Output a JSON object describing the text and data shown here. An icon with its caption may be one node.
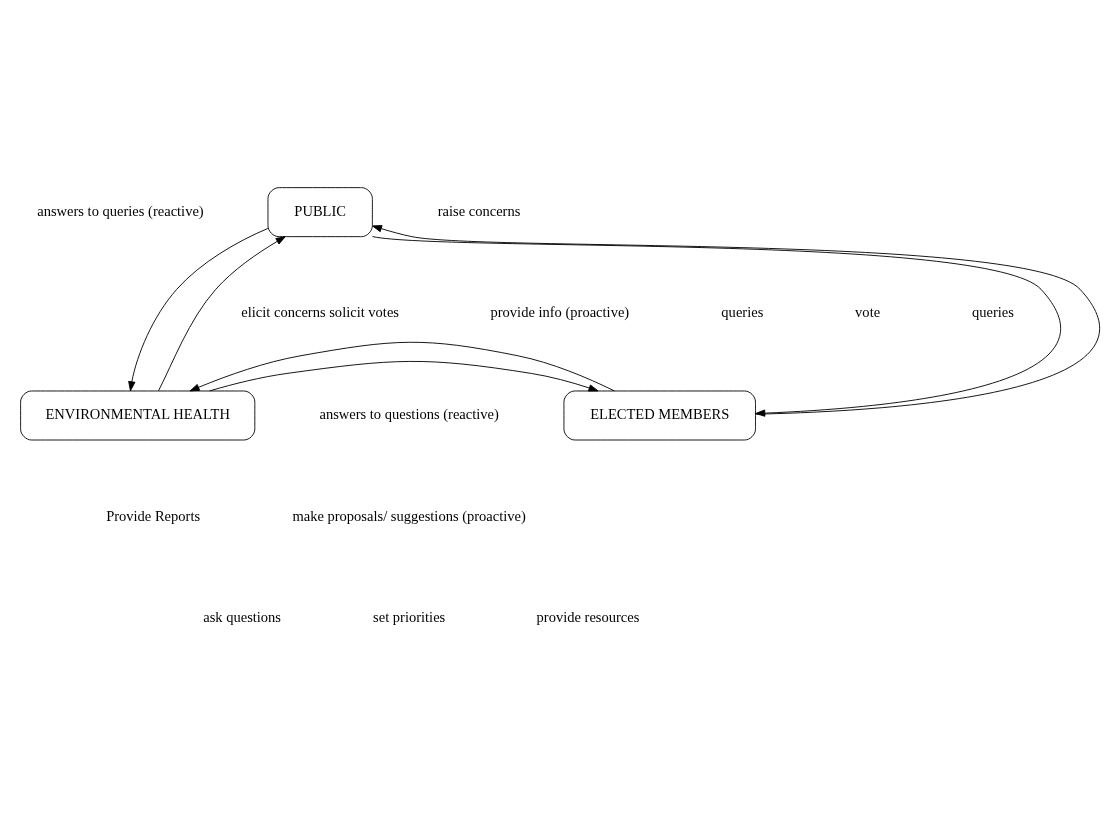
{
  "diagram": {
    "nodes": [
      {
        "text": [
          "PUBLIC"
        ]
      },
      {
        "text": [
          "ENVIRONMENTAL HEALTH"
        ]
      },
      {
        "text": [
          "ELECTED MEMBERS"
        ]
      }
    ],
    "edges": [
      {
        "from": 1,
        "to": 0,
        "arrow": "to"
      },
      {
        "from": 0,
        "to": 1,
        "arrow": "to"
      },
      {
        "from": 0,
        "to": 2,
        "arrow": "to"
      },
      {
        "from": 2,
        "to": 0,
        "arrow": "to"
      },
      {
        "from": 1,
        "to": 2,
        "arrow": "to"
      },
      {
        "from": 2,
        "to": 1,
        "arrow": "to"
      }
    ],
    "labels": [
      "answers to queries (reactive)",
      "raise concerns",
      "vote",
      "provide info (proactive)",
      "queries",
      "elicit concerns solicit votes",
      "queries",
      "answers to questions (reactive)",
      "Provide Reports",
      "make proposals/ suggestions (proactive)",
      "ask questions",
      "provide resources",
      "set priorities"
    ]
  }
}
